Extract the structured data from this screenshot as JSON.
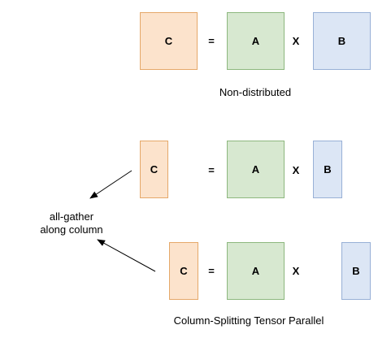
{
  "colors": {
    "c_fill": "#fce3cc",
    "c_border": "#e5a869",
    "a_fill": "#d7e8d0",
    "a_border": "#8db77e",
    "b_fill": "#dce6f5",
    "b_border": "#98b0d6"
  },
  "non_distributed": {
    "c": "C",
    "eq": "=",
    "a": "A",
    "x": "X",
    "b": "B",
    "caption": "Non-distributed"
  },
  "split_top": {
    "c": "C",
    "eq": "=",
    "a": "A",
    "x": "X",
    "b": "B"
  },
  "split_bottom": {
    "c": "C",
    "eq": "=",
    "a": "A",
    "x": "X",
    "b": "B"
  },
  "gather_label": {
    "line1": "all-gather",
    "line2": "along column"
  },
  "caption_bottom": "Column-Splitting Tensor Parallel"
}
